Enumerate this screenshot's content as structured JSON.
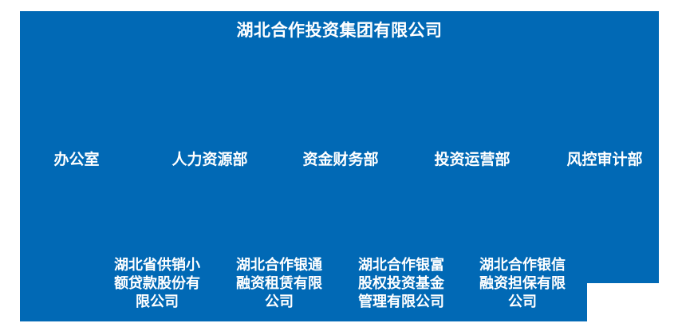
{
  "theme": {
    "panel_blue": "#0169b5",
    "text_white": "#ffffff",
    "page_bg": "#ffffff"
  },
  "org": {
    "title": "湖北合作投资集团有限公司",
    "departments": [
      {
        "label": "办公室"
      },
      {
        "label": "人力资源部"
      },
      {
        "label": "资金财务部"
      },
      {
        "label": "投资运营部"
      },
      {
        "label": "风控审计部"
      }
    ],
    "subsidiaries": [
      {
        "label": "湖北省供销小\n额贷款股份有\n限公司"
      },
      {
        "label": "湖北合作银通\n融资租赁有限\n公司"
      },
      {
        "label": "湖北合作银富\n股权投资基金\n管理有限公司"
      },
      {
        "label": "湖北合作银信\n融资担保有限\n公司"
      }
    ]
  }
}
